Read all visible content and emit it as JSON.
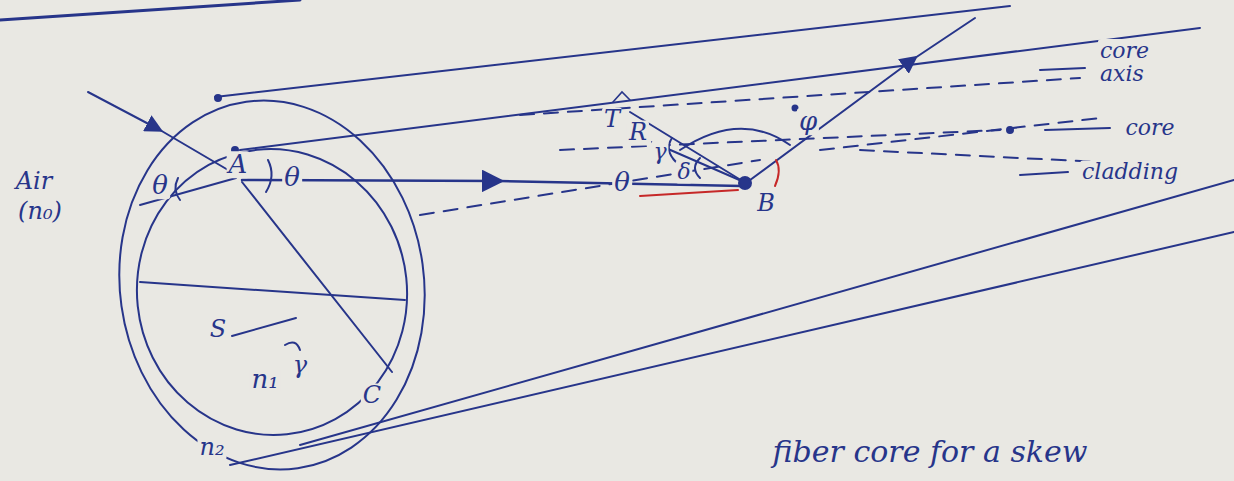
{
  "diagram": {
    "labels": [
      "Air",
      "(n₀)",
      "θ",
      "A",
      "θ",
      "S",
      "γ",
      "n₁",
      "C",
      "n₂",
      "θ",
      "T",
      "R",
      "γ",
      "δ",
      "B",
      "φ",
      "core axis",
      "core",
      "cladding",
      "fiber core for a skew"
    ]
  }
}
